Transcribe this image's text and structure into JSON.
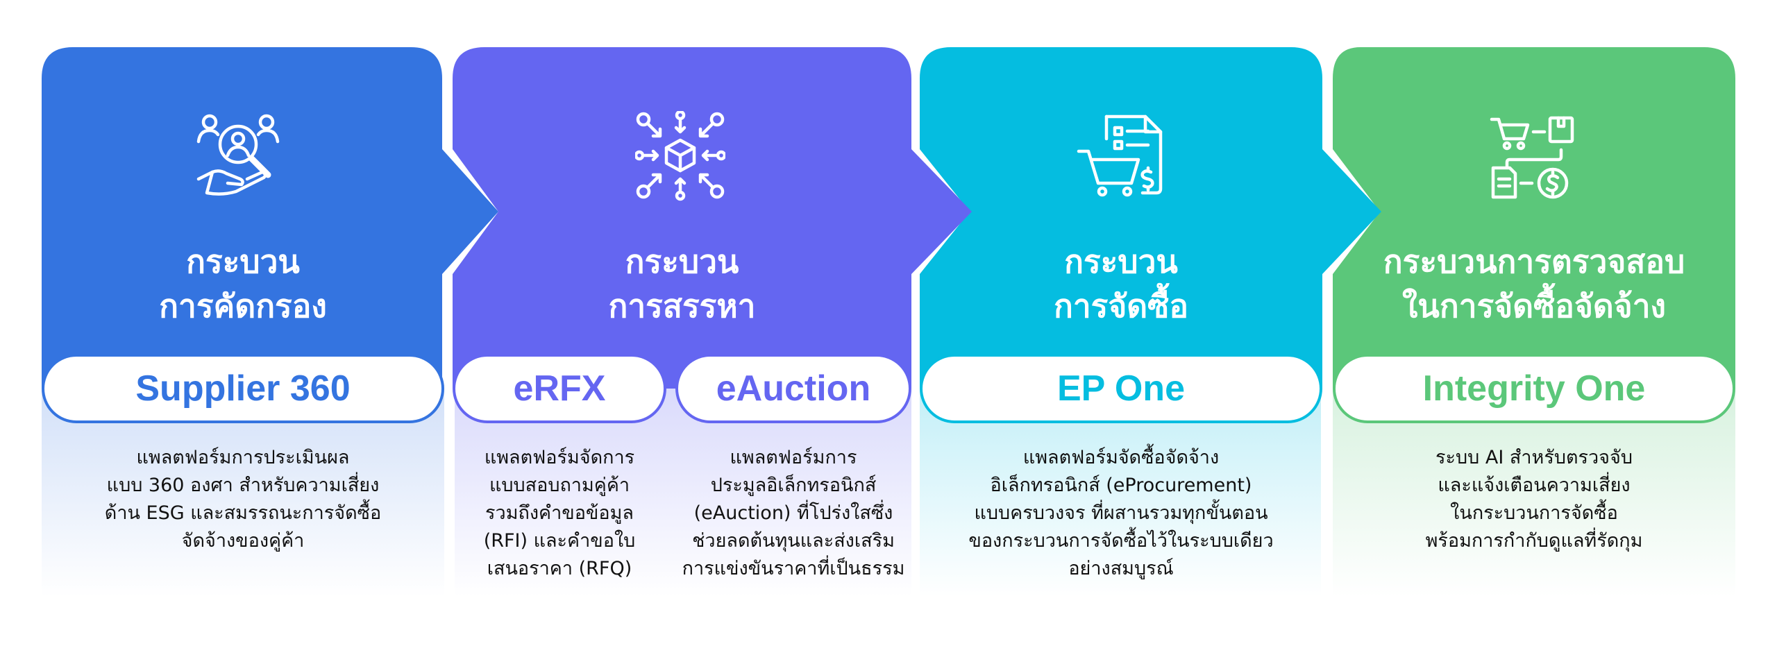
{
  "colors": {
    "blue": "#3474e0",
    "indigo": "#6466f1",
    "cyan": "#05bde0",
    "green": "#5bc77a",
    "text": "#111111",
    "white": "#ffffff"
  },
  "stages": [
    {
      "icon": "supplier-search-icon",
      "title_lines": [
        "กระบวน",
        "การคัดกรอง"
      ],
      "tools": [
        {
          "name": "Supplier 360",
          "description_lines": [
            "แพลตฟอร์มการประเมินผล",
            "แบบ 360 องศา สำหรับความเสี่ยง",
            "ด้าน ESG และสมรรถนะการจัดซื้อ",
            "จัดจ้างของคู่ค้า"
          ]
        }
      ]
    },
    {
      "icon": "network-box-icon",
      "title_lines": [
        "กระบวน",
        "การสรรหา"
      ],
      "tools": [
        {
          "name": "eRFX",
          "description_lines": [
            "แพลตฟอร์มจัดการ",
            "แบบสอบถามคู่ค้า",
            "รวมถึงคำขอข้อมูล",
            "(RFI) และคำขอใบ",
            "เสนอราคา (RFQ)"
          ]
        },
        {
          "name": "eAuction",
          "description_lines": [
            "แพลตฟอร์มการ",
            "ประมูลอิเล็กทรอนิกส์",
            "(eAuction) ที่โปร่งใสซึ่ง",
            "ช่วยลดต้นทุนและส่งเสริม",
            "การแข่งขันราคาที่เป็นธรรม"
          ]
        }
      ]
    },
    {
      "icon": "cart-invoice-icon",
      "title_lines": [
        "กระบวน",
        "การจัดซื้อ"
      ],
      "tools": [
        {
          "name": "EP One",
          "description_lines": [
            "แพลตฟอร์มจัดซื้อจัดจ้าง",
            "อิเล็กทรอนิกส์ (eProcurement)",
            "แบบครบวงจร ที่ผสานรวมทุกขั้นตอน",
            "ของกระบวนการจัดซื้อไว้ในระบบเดียว",
            "อย่างสมบูรณ์"
          ]
        }
      ]
    },
    {
      "icon": "cart-document-payment-icon",
      "title_lines": [
        "กระบวนการตรวจสอบ",
        "ในการจัดซื้อจัดจ้าง"
      ],
      "tools": [
        {
          "name": "Integrity One",
          "description_lines": [
            "ระบบ AI สำหรับตรวจจับ",
            "และแจ้งเตือนความเสี่ยง",
            "ในกระบวนการจัดซื้อ",
            "พร้อมการกำกับดูแลที่รัดกุม"
          ]
        }
      ]
    }
  ]
}
